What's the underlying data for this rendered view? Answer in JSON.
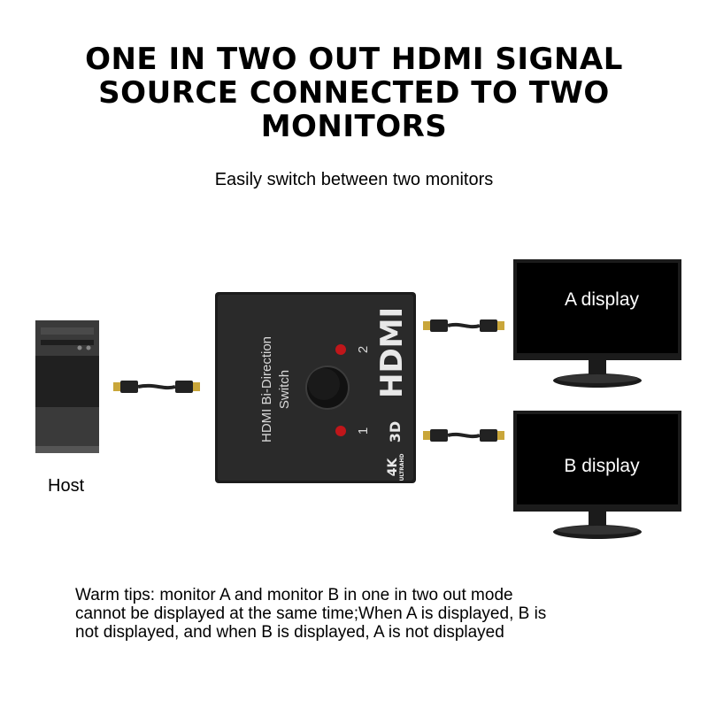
{
  "title_lines": [
    "ONE IN TWO OUT HDMI SIGNAL",
    "SOURCE CONNECTED TO TWO",
    "MONITORS"
  ],
  "subtitle": "Easily switch between two monitors",
  "host_label": "Host",
  "switch": {
    "line1": "HDMI Bi-Direction",
    "line2": "Switch",
    "port_1": "1",
    "port_2": "2",
    "logo": "HDMI",
    "badge_3d": "3D",
    "badge_4k": "4K",
    "badge_ultrahd": "ULTRAHD"
  },
  "monitors": {
    "a_label": "A display",
    "b_label": "B display"
  },
  "tips_lines": [
    "Warm tips: monitor A and monitor B in one in two out mode",
    "cannot be displayed at the same time;When A is displayed, B is",
    "not displayed, and when B is displayed, A is not displayed"
  ],
  "colors": {
    "led": "#c0161a",
    "cable": "#222222",
    "connector_tip": "#c9a63a"
  }
}
